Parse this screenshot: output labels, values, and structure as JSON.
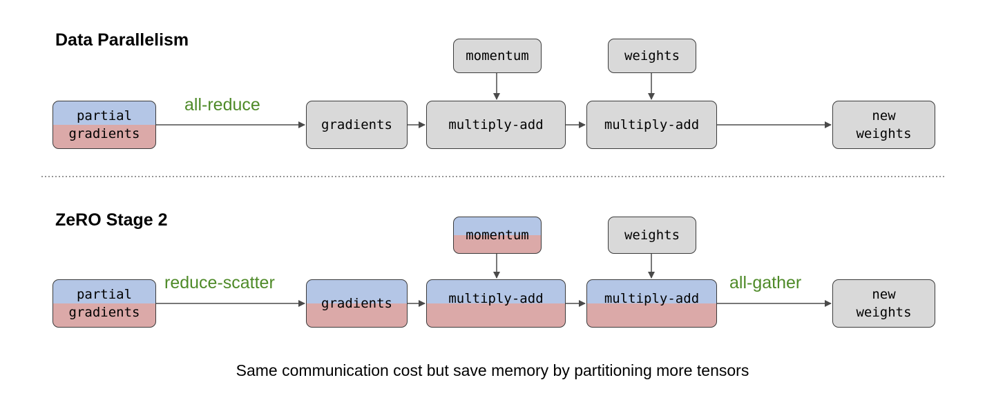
{
  "dp": {
    "title": "Data Parallelism",
    "partial_line1": "partial",
    "partial_line2": "gradients",
    "comm_label": "all-reduce",
    "gradients": "gradients",
    "momentum": "momentum",
    "weights": "weights",
    "multiply_add_1": "multiply-add",
    "multiply_add_2": "multiply-add",
    "new_weights_line1": "new",
    "new_weights_line2": "weights"
  },
  "zero": {
    "title": "ZeRO Stage 2",
    "partial_line1": "partial",
    "partial_line2": "gradients",
    "comm_label_1": "reduce-scatter",
    "comm_label_2": "all-gather",
    "gradients": "gradients",
    "momentum": "momentum",
    "weights": "weights",
    "multiply_add_1": "multiply-add",
    "multiply_add_2": "multiply-add",
    "new_weights_line1": "new",
    "new_weights_line2": "weights"
  },
  "caption": "Same communication cost but save memory by partitioning more tensors",
  "colors": {
    "partition_blue": "#b4c6e6",
    "partition_red": "#dba9a8",
    "full_gray": "#d9d9d9",
    "label_green": "#4e8a28"
  }
}
